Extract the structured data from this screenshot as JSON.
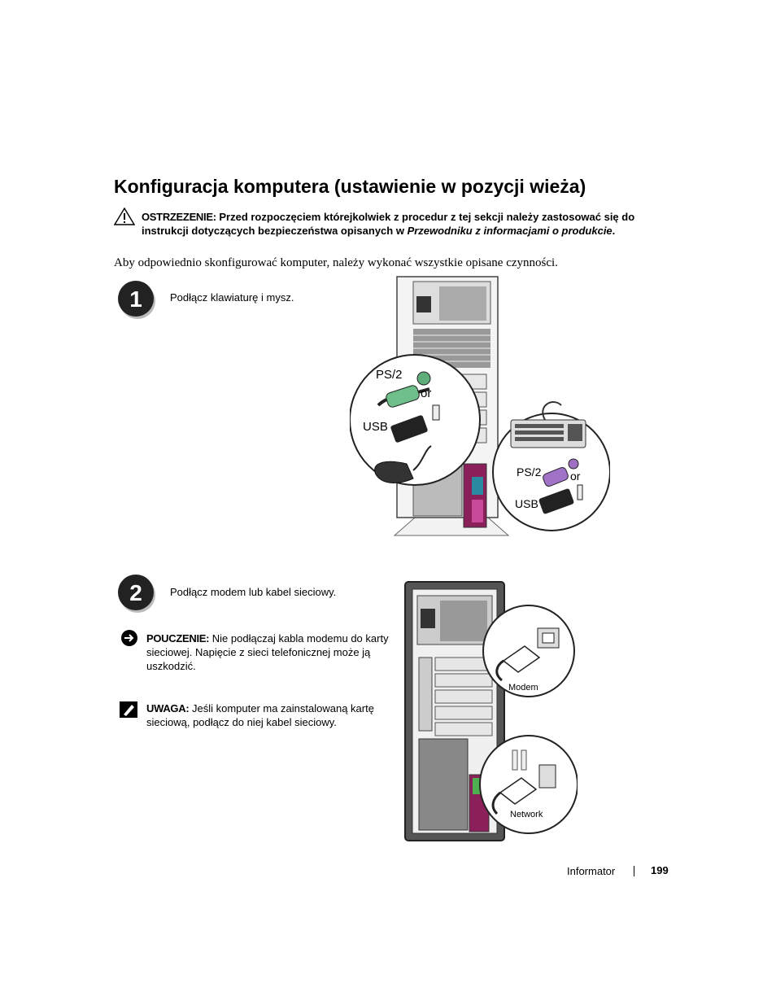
{
  "page": {
    "title": "Konfiguracja komputera (ustawienie w pozycji wieża)",
    "warning": {
      "label": "OSTRZEZENIE:",
      "text_before": " Przed rozpoczęciem którejkolwiek z procedur z tej sekcji należy zastosować się do instrukcji dotyczących bezpieczeństwa opisanych w ",
      "italic": "Przewodniku z informacjami o produkcie",
      "text_after": "."
    },
    "intro": "Aby odpowiednio skonfigurować komputer, należy wykonać wszystkie opisane czynności.",
    "steps": [
      {
        "number": "1",
        "text": "Podłącz klawiaturę i mysz."
      },
      {
        "number": "2",
        "text": "Podłącz modem lub kabel sieciowy."
      }
    ],
    "notice": {
      "label": "POUCZENIE:",
      "text": " Nie podłączaj kabla modemu do karty sieciowej. Napięcie z sieci telefonicznej może ją uszkodzić."
    },
    "note": {
      "label": "UWAGA:",
      "text": " Jeśli komputer ma zainstalowaną kartę sieciową, podłącz do niej kabel sieciowy."
    },
    "figure1": {
      "mouse_ps2": "PS/2",
      "mouse_or": "or",
      "mouse_usb": "USB",
      "kb_ps2": "PS/2",
      "kb_or": "or",
      "kb_usb": "USB"
    },
    "figure2": {
      "modem": "Modem",
      "network": "Network"
    },
    "footer": {
      "label": "Informator",
      "page_number": "199"
    }
  }
}
